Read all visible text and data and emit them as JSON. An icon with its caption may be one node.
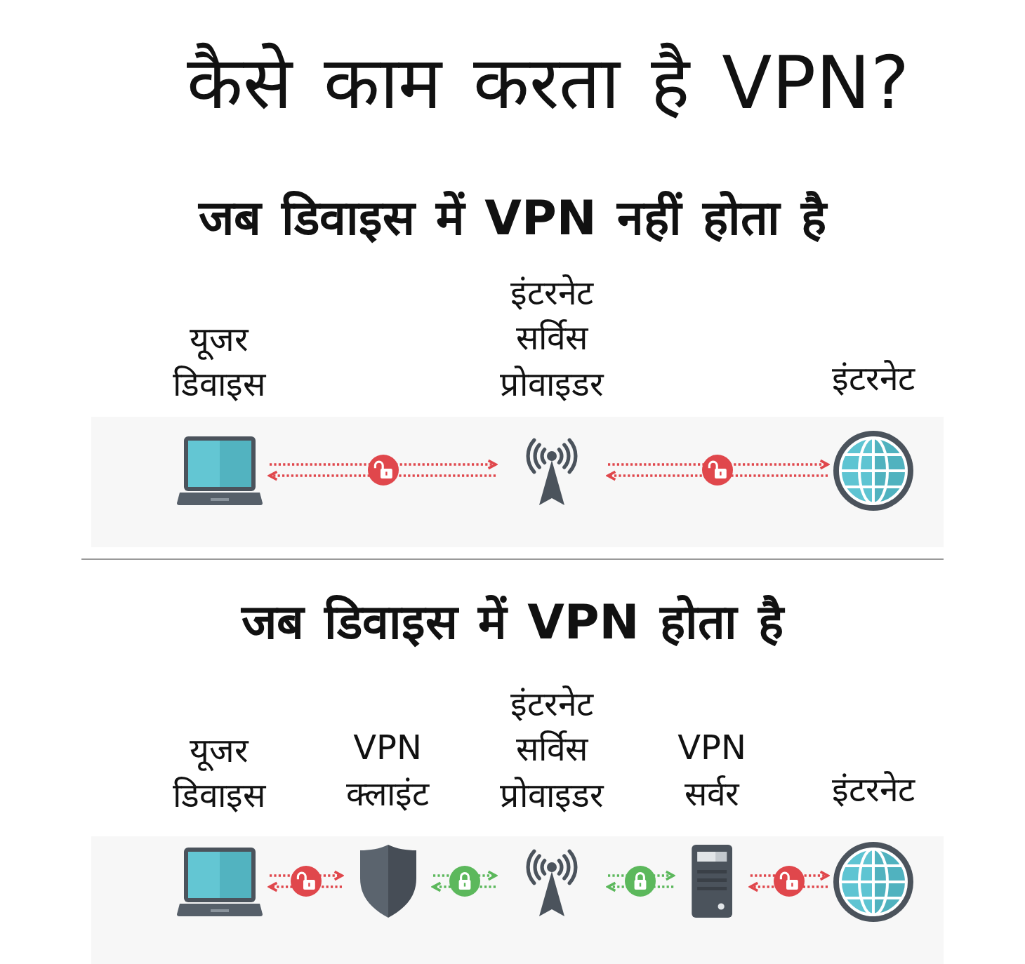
{
  "diagram": {
    "title": "कैसे काम करता है VPN?",
    "nodes": [
      {
        "text": [
          "यूजर डिवाइस"
        ]
      },
      {
        "text": [
          "इंटरनेट सर्विस प्रोवाइडर"
        ]
      },
      {
        "text": [
          "इंटरनेट"
        ]
      },
      {
        "text": [
          "यूजर डिवाइस"
        ]
      },
      {
        "text": [
          "VPN क्लाइंट"
        ]
      },
      {
        "text": [
          "इंटरनेट सर्विस प्रोवाइडर"
        ]
      },
      {
        "text": [
          "VPN सर्वर"
        ]
      },
      {
        "text": [
          "इंटरनेट"
        ]
      }
    ],
    "edges": [
      {
        "from": 0,
        "to": 1,
        "arrow": "to",
        "style": "dashed"
      },
      {
        "from": 1,
        "to": 0,
        "arrow": "to",
        "style": "dashed"
      },
      {
        "from": 1,
        "to": 2,
        "arrow": "to",
        "style": "dashed"
      },
      {
        "from": 2,
        "to": 1,
        "arrow": "to",
        "style": "dashed"
      },
      {
        "from": 3,
        "to": 4,
        "arrow": "to",
        "style": "dashed"
      },
      {
        "from": 4,
        "to": 3,
        "arrow": "to",
        "style": "dashed"
      },
      {
        "from": 4,
        "to": 5,
        "arrow": "to",
        "style": "dashed",
        "color": "#5cb85c"
      },
      {
        "from": 5,
        "to": 4,
        "arrow": "to",
        "style": "dashed",
        "color": "#5cb85c"
      },
      {
        "from": 5,
        "to": 6,
        "arrow": "to",
        "style": "dashed",
        "color": "#5cb85c"
      },
      {
        "from": 6,
        "to": 5,
        "arrow": "to",
        "style": "dashed",
        "color": "#5cb85c"
      },
      {
        "from": 6,
        "to": 7,
        "arrow": "to",
        "style": "dashed"
      },
      {
        "from": 7,
        "to": 6,
        "arrow": "to",
        "style": "dashed"
      }
    ],
    "labels": [
      "जब डिवाइस में VPN नहीं होता है",
      "जब डिवाइस में VPN होता है"
    ]
  }
}
